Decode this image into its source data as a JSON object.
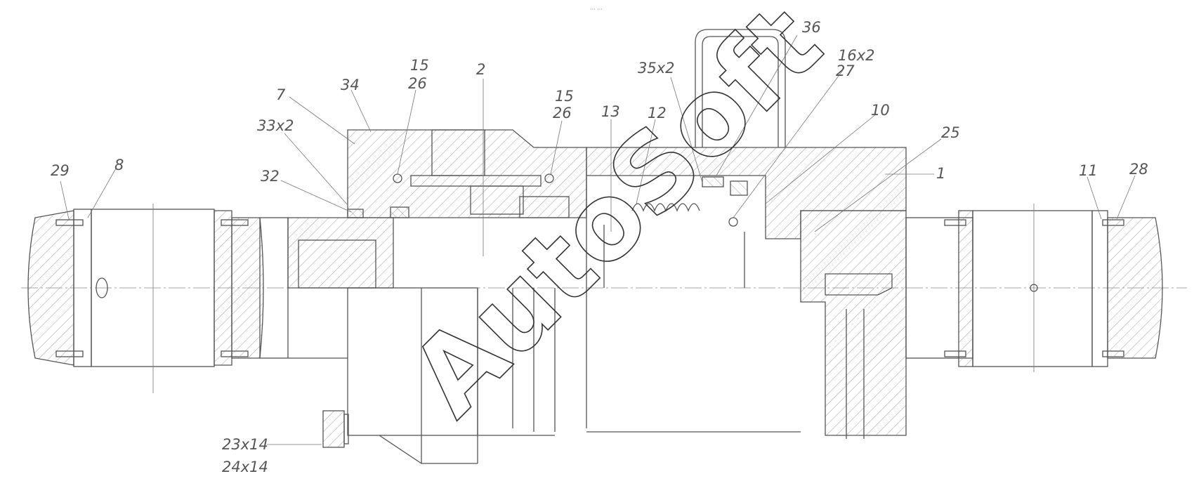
{
  "drawing": {
    "top_mark": "··· ···",
    "watermark": "AutoSoft",
    "callouts": [
      {
        "id": "c29",
        "label": "29"
      },
      {
        "id": "c8",
        "label": "8"
      },
      {
        "id": "c7",
        "label": "7"
      },
      {
        "id": "c34",
        "label": "34"
      },
      {
        "id": "c33x2",
        "label": "33x2"
      },
      {
        "id": "c32",
        "label": "32"
      },
      {
        "id": "c15a",
        "label": "15"
      },
      {
        "id": "c26a",
        "label": "26"
      },
      {
        "id": "c2",
        "label": "2"
      },
      {
        "id": "c15b",
        "label": "15"
      },
      {
        "id": "c26b",
        "label": "26"
      },
      {
        "id": "c13",
        "label": "13"
      },
      {
        "id": "c12",
        "label": "12"
      },
      {
        "id": "c35x2",
        "label": "35x2"
      },
      {
        "id": "c36",
        "label": "36"
      },
      {
        "id": "c16x2",
        "label": "16x2"
      },
      {
        "id": "c27",
        "label": "27"
      },
      {
        "id": "c10",
        "label": "10"
      },
      {
        "id": "c25",
        "label": "25"
      },
      {
        "id": "c1",
        "label": "1"
      },
      {
        "id": "c11",
        "label": "11"
      },
      {
        "id": "c28",
        "label": "28"
      },
      {
        "id": "c23x14",
        "label": "23x14"
      },
      {
        "id": "c24x14",
        "label": "24x14"
      }
    ]
  }
}
